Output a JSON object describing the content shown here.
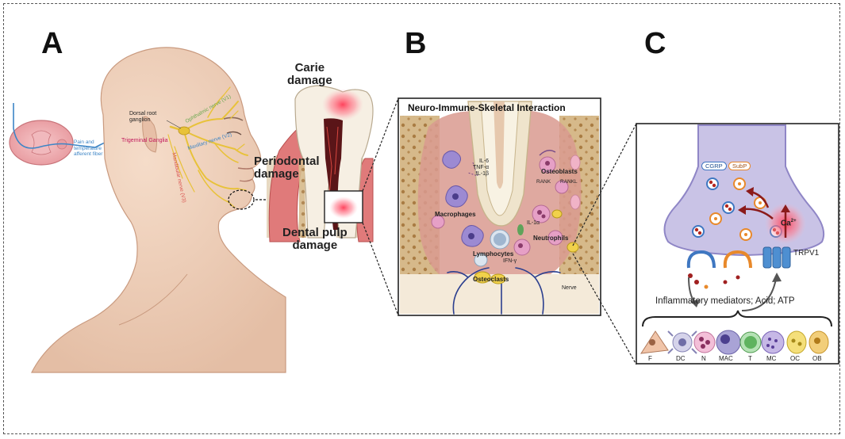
{
  "panels": {
    "a": "A",
    "b": "B",
    "c": "C"
  },
  "panel_a": {
    "dorsal_root": "Dorsal root\nganglion",
    "pain_fiber": "Pain and\ntemperature\nafferent fiber",
    "trigeminal": "Trigeminal Ganglia",
    "ophthalmic": "Ophthalmic nerve (V1)",
    "maxillary": "Maxillary nerve (V2)",
    "mandibular": "Mandibular nerve (V3)",
    "carie": "Carie\ndamage",
    "periodontal": "Periodontal\ndamage",
    "pulp": "Dental pulp\ndamage"
  },
  "panel_b": {
    "title": "Neuro-Immune-Skeletal Interaction",
    "cytokines": "IL-6\nTNF-α\nIL-1β",
    "osteoblasts": "Osteoblasts",
    "rank": "RANK",
    "rankl": "RANKL",
    "macrophages": "Macrophages",
    "il1a": "IL-1α",
    "neutrophils": "Neutrophils",
    "lymphocytes": "Lymphocytes",
    "ifn": "IFN-γ",
    "osteoclasts": "Osteoclasts",
    "nerve": "Nerve"
  },
  "panel_c": {
    "cgrp": "CGRP",
    "subp": "SubP",
    "ca": "Ca",
    "ca_sup": "2+",
    "trpv1": "TRPV1",
    "mediators": "Inflammatory mediators; Acid; ATP",
    "cells": [
      "F",
      "DC",
      "N",
      "MAC",
      "T",
      "MC",
      "OC",
      "OB"
    ]
  },
  "colors": {
    "nerve_yellow": "#e8c23a",
    "ophthalmic": "#6aa84f",
    "maxillary": "#3d85c6",
    "mandibular": "#d9534f",
    "trigeminal": "#c2185b",
    "neuron_fill": "#c9c3e6",
    "neuron_stroke": "#8f86c6",
    "gum": "#e07a7a"
  }
}
